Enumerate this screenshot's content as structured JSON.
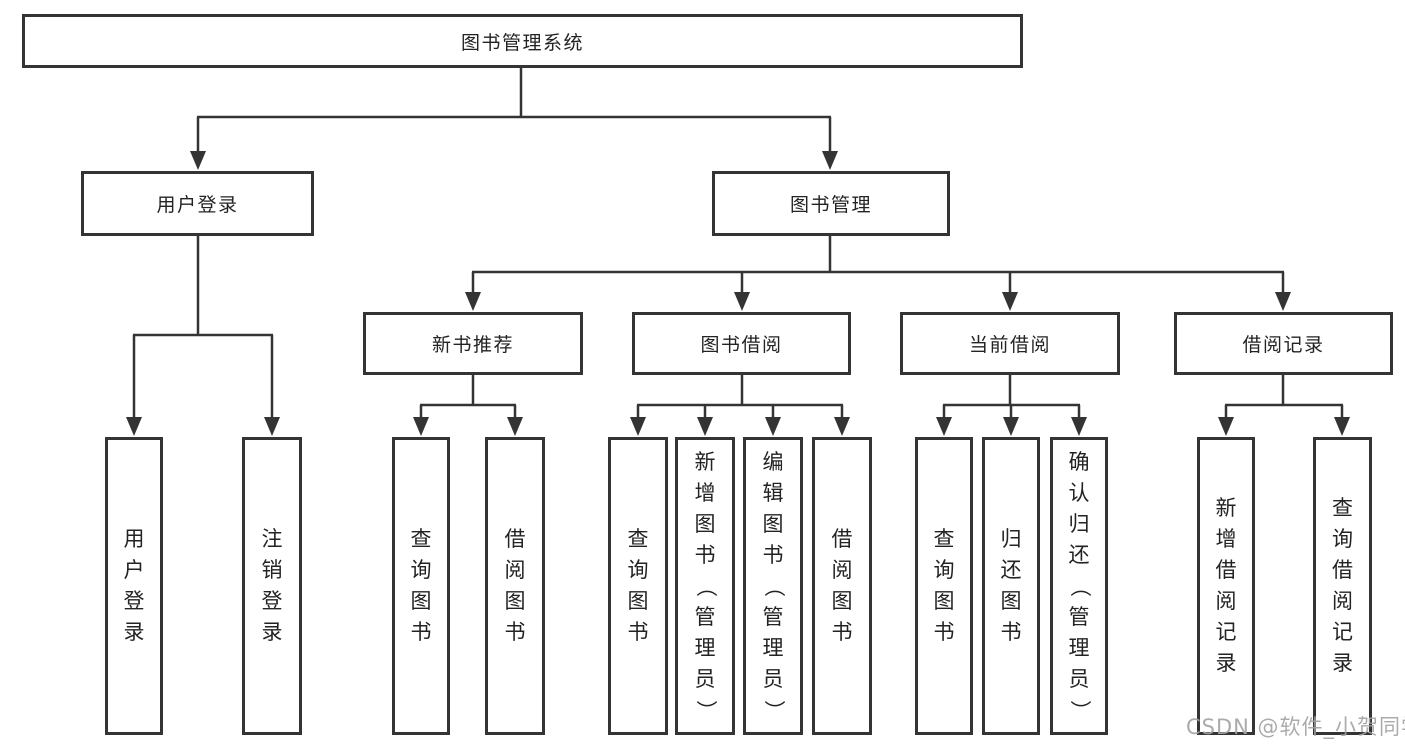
{
  "diagram": {
    "root": "图书管理系统",
    "branches": [
      {
        "label": "用户登录",
        "children": [
          "用户登录",
          "注销登录"
        ]
      },
      {
        "label": "图书管理",
        "sections": [
          {
            "label": "新书推荐",
            "children": [
              "查询图书",
              "借阅图书"
            ]
          },
          {
            "label": "图书借阅",
            "children": [
              "查询图书",
              "新增图书（管理员）",
              "编辑图书（管理员）",
              "借阅图书"
            ]
          },
          {
            "label": "当前借阅",
            "children": [
              "查询图书",
              "归还图书",
              "确认归还（管理员）"
            ]
          },
          {
            "label": "借阅记录",
            "children": [
              "新增借阅记录",
              "查询借阅记录"
            ]
          }
        ]
      }
    ]
  },
  "watermark": "CSDN @软件_小贺同学",
  "colors": {
    "line": "#343434",
    "text": "#232323",
    "watermark": "#a4a4a4",
    "background": "#ffffff"
  }
}
